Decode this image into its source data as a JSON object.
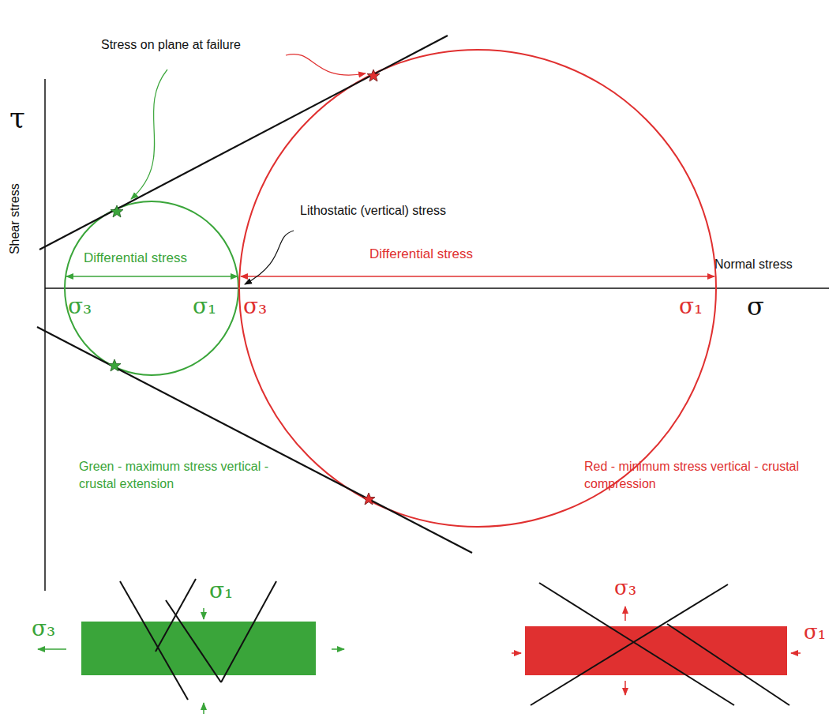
{
  "diagram": {
    "labels": [
      "Stress on plane at failure",
      "τ",
      "Shear stress",
      "Lithostatic (vertical) stress",
      "Differential stress",
      "Differential stress",
      "Normal stress",
      "σ₃",
      "σ₁",
      "σ₃",
      "σ₁",
      "σ",
      "Green - maximum stress vertical - crustal extension",
      "Red - minimum stress vertical - crustal compression",
      "σ₃",
      "σ₁",
      "σ₃",
      "σ₁"
    ]
  }
}
